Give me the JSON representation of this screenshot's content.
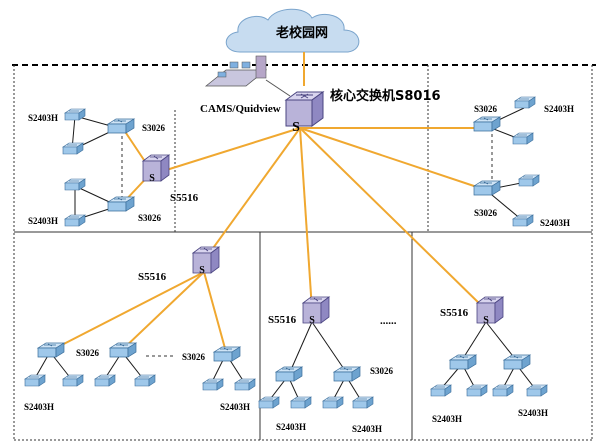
{
  "cloud": {
    "label": "老校园网"
  },
  "mgmt": {
    "label": "CAMS/Quidview"
  },
  "core": {
    "label": "核心交换机S8016"
  },
  "labels": {
    "s5516": "S5516",
    "s3026": "S3026",
    "s2403h": "S2403H",
    "ellipsis": "......",
    "switch_glyph": "S"
  },
  "colors": {
    "cloud": "#c7dcf0",
    "uplink": "#f0a830",
    "switch_face": "#b9b3d9",
    "switch_side": "#8f88c2",
    "switch_top": "#d8d4ee",
    "access_face": "#9fc8ea",
    "access_top": "#cfe4f6",
    "access_side": "#6ea3cf"
  },
  "icons": [
    "cloud-icon",
    "server-icon",
    "core-switch-icon",
    "aggregation-switch-icon",
    "access-switch-icon"
  ]
}
